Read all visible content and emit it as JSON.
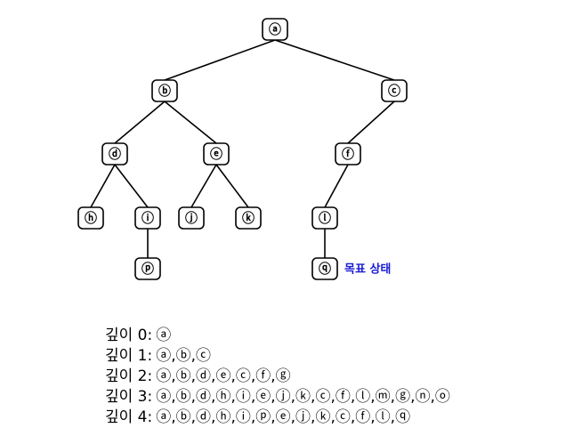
{
  "tree": {
    "nodes": [
      {
        "id": "a",
        "label": "ⓐ"
      },
      {
        "id": "b",
        "label": "ⓑ"
      },
      {
        "id": "c",
        "label": "ⓒ"
      },
      {
        "id": "d",
        "label": "ⓓ"
      },
      {
        "id": "e",
        "label": "ⓔ"
      },
      {
        "id": "f",
        "label": "ⓕ"
      },
      {
        "id": "h",
        "label": "ⓗ"
      },
      {
        "id": "i",
        "label": "ⓘ"
      },
      {
        "id": "j",
        "label": "ⓙ"
      },
      {
        "id": "k",
        "label": "ⓚ"
      },
      {
        "id": "l",
        "label": "ⓛ"
      },
      {
        "id": "p",
        "label": "ⓟ"
      },
      {
        "id": "q",
        "label": "ⓠ"
      }
    ],
    "edges": [
      [
        "a",
        "b"
      ],
      [
        "a",
        "c"
      ],
      [
        "b",
        "d"
      ],
      [
        "b",
        "e"
      ],
      [
        "c",
        "f"
      ],
      [
        "d",
        "h"
      ],
      [
        "d",
        "i"
      ],
      [
        "e",
        "j"
      ],
      [
        "e",
        "k"
      ],
      [
        "f",
        "l"
      ],
      [
        "i",
        "p"
      ],
      [
        "l",
        "q"
      ]
    ],
    "goal": {
      "node": "q",
      "label": "목표 상태"
    }
  },
  "depths": [
    {
      "label": "깊이 0:",
      "sequence": "ⓐ"
    },
    {
      "label": "깊이 1:",
      "sequence": "ⓐ,ⓑ,ⓒ"
    },
    {
      "label": "깊이 2:",
      "sequence": "ⓐ,ⓑ,ⓓ,ⓔ,ⓒ,ⓕ,ⓖ"
    },
    {
      "label": "깊이 3:",
      "sequence": "ⓐ,ⓑ,ⓓ,ⓗ,ⓘ,ⓔ,ⓙ,ⓚ,ⓒ,ⓕ,ⓛ,ⓜ,ⓖ,ⓝ,ⓞ"
    },
    {
      "label": "깊이 4:",
      "sequence": "ⓐ,ⓑ,ⓓ,ⓗ,ⓘ,ⓟ,ⓔ,ⓙ,ⓚ,ⓒ,ⓕ,ⓛ,ⓠ"
    }
  ]
}
